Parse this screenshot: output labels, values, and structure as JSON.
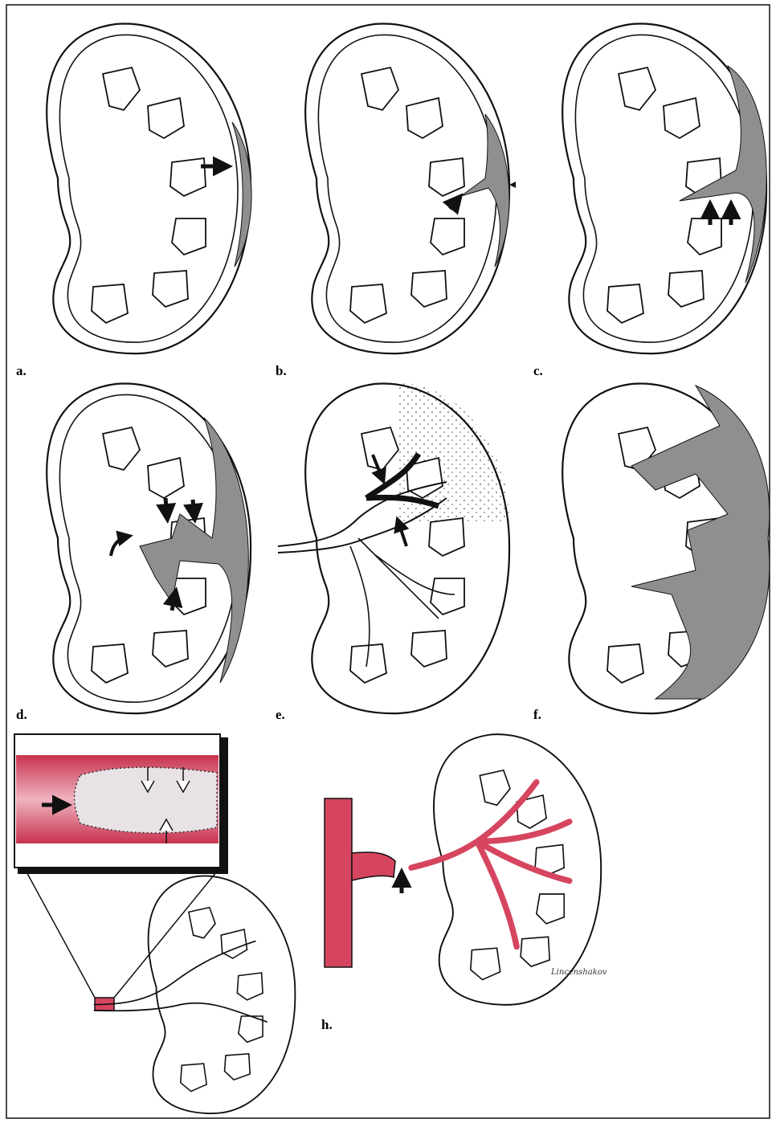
{
  "figure": {
    "panel_labels": {
      "a": "a.",
      "b": "b.",
      "c": "c.",
      "d": "d.",
      "e": "e.",
      "f": "f.",
      "h": "h."
    },
    "signature": "Lincenshakov",
    "colors": {
      "line": "#111111",
      "hematoma": "#8f8f8f",
      "artery": "#d6455f",
      "artery_light": "#efb3bf",
      "infarct_dots": "#555555"
    },
    "icons": [
      "kidney-outline",
      "solid-arrow",
      "open-arrow",
      "curved-arrow",
      "arrowhead"
    ]
  }
}
